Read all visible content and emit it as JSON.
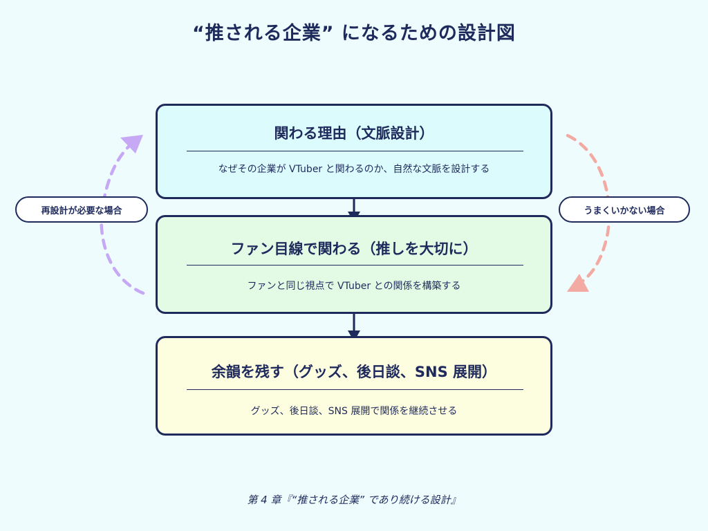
{
  "title": "“推される企業” になるための設計図",
  "steps": [
    {
      "heading": "関わる理由（文脈設計）",
      "description": "なぜその企業が VTuber と関わるのか、自然な文脈を設計する"
    },
    {
      "heading": "ファン目線で関わる（推しを大切に）",
      "description": "ファンと同じ視点で VTuber との関係を構築する"
    },
    {
      "heading": "余韻を残す（グッズ、後日談、SNS 展開）",
      "description": "グッズ、後日談、SNS 展開で関係を継続させる"
    }
  ],
  "loops": {
    "left": {
      "label": "再設計が必要な場合",
      "color": "#c6a8f5"
    },
    "right": {
      "label": "うまくいかない場合",
      "color": "#f3aaa3"
    }
  },
  "footer": "第 4 章『“推される企業” であり続ける設計』",
  "colors": {
    "ink": "#1f2a5c",
    "background": "#eefcfd",
    "step1_fill": "#dcfbfd",
    "step2_fill": "#e3fbe5",
    "step3_fill": "#fdfde0"
  }
}
